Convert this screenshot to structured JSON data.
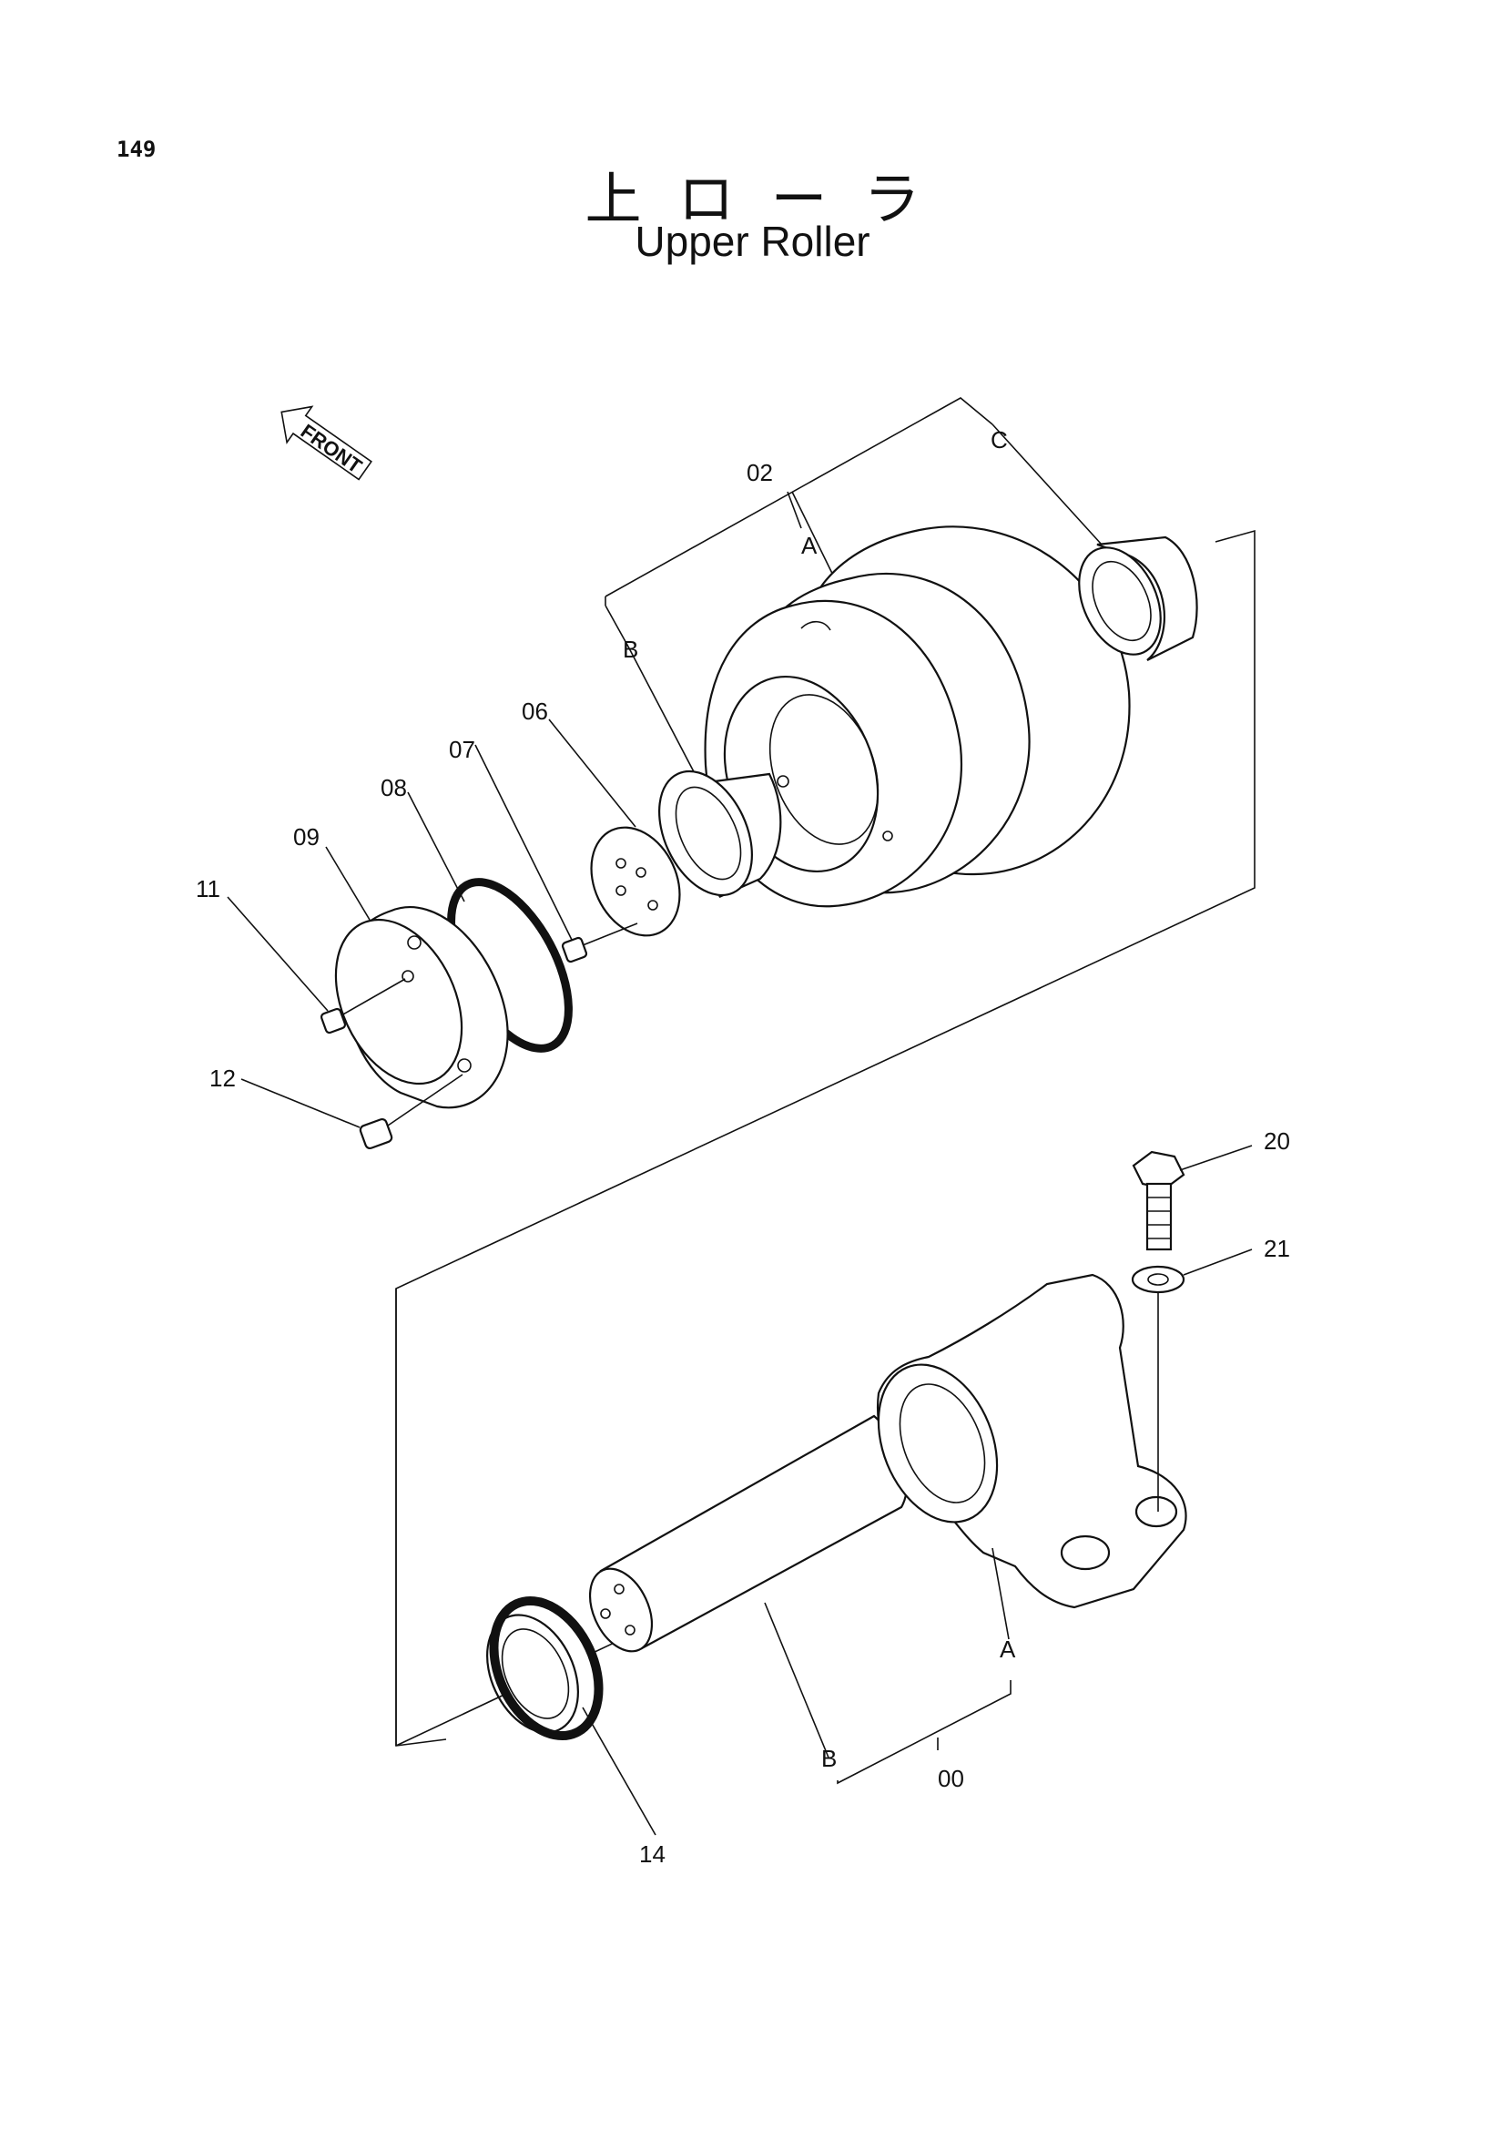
{
  "page_number": "149",
  "title_jp": "上ローラ",
  "title_en": "Upper Roller",
  "front_label": "FRONT",
  "callouts": {
    "p00": "00",
    "p02": "02",
    "p06": "06",
    "p07": "07",
    "p08": "08",
    "p09": "09",
    "p11": "11",
    "p12": "12",
    "p14": "14",
    "p20": "20",
    "p21": "21"
  },
  "letters": {
    "a_top": "A",
    "b_top": "B",
    "c_top": "C",
    "a_bottom": "A",
    "b_bottom": "B"
  },
  "colors": {
    "ink": "#111111",
    "paper": "#ffffff"
  }
}
